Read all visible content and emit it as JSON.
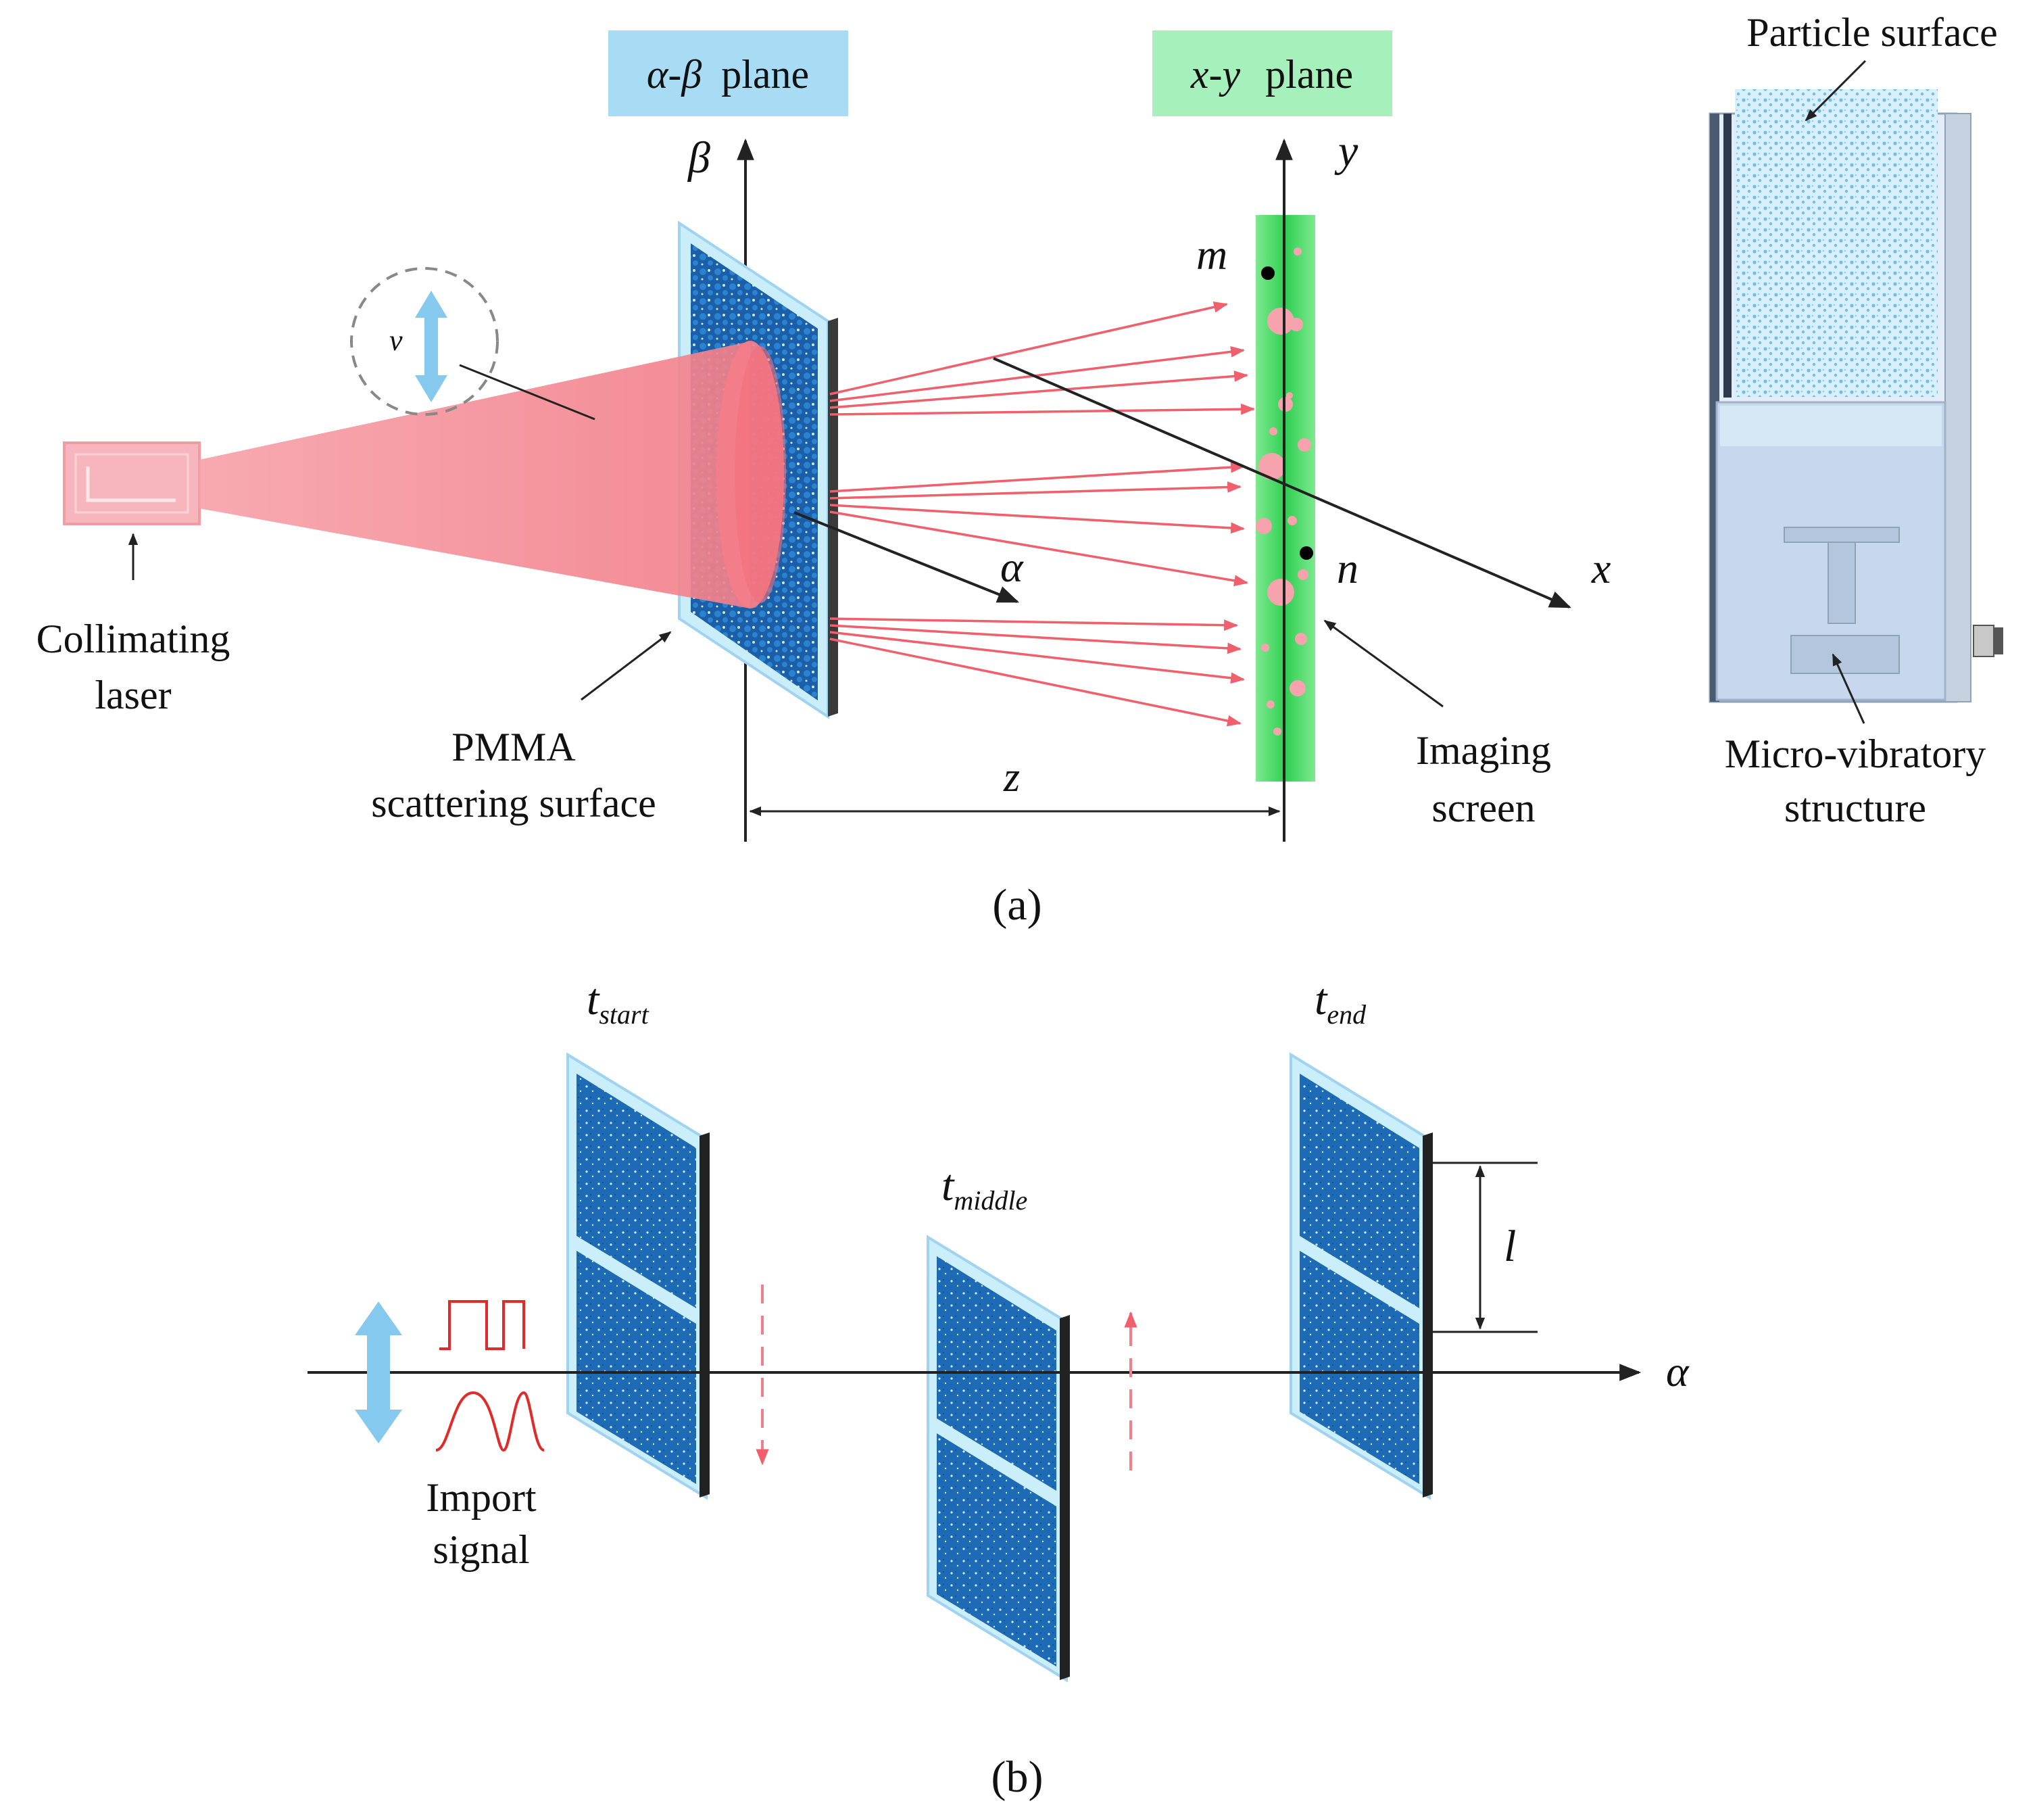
{
  "panel_a": {
    "caption": "(a)",
    "alpha_beta_plane": {
      "sym": "α-β",
      "word": "plane"
    },
    "xy_plane": {
      "sym": "x-y",
      "word": "plane"
    },
    "axis_beta": "β",
    "axis_alpha": "α",
    "axis_y": "y",
    "axis_x": "x",
    "velocity": "v",
    "point_m": "m",
    "point_n": "n",
    "distance": "z",
    "laser_label": [
      "Collimating",
      "laser"
    ],
    "pmma_label": [
      "PMMA",
      "scattering surface"
    ],
    "screen_label": [
      "Imaging",
      "screen"
    ],
    "particle_label": "Particle surface",
    "micro_label": [
      "Micro-vibratory",
      "structure"
    ]
  },
  "panel_b": {
    "caption": "(b)",
    "t_start": {
      "base": "t",
      "sub": "start"
    },
    "t_middle": {
      "base": "t",
      "sub": "middle"
    },
    "t_end": {
      "base": "t",
      "sub": "end"
    },
    "length": "l",
    "axis_alpha": "α",
    "signal_label": [
      "Import",
      "signal"
    ]
  },
  "colors": {
    "laser": "#f48a93",
    "ray": "#f0606c",
    "particle_blue": "#1f6fb8",
    "light_blue": "#9fd3f0",
    "screen_green": "#3ed45e",
    "plane_ab_bg": "#a8dcf4",
    "plane_xy_bg": "#a6f0bc",
    "signal_red": "#e02b2b",
    "arrow_blue": "#86c9ef"
  }
}
